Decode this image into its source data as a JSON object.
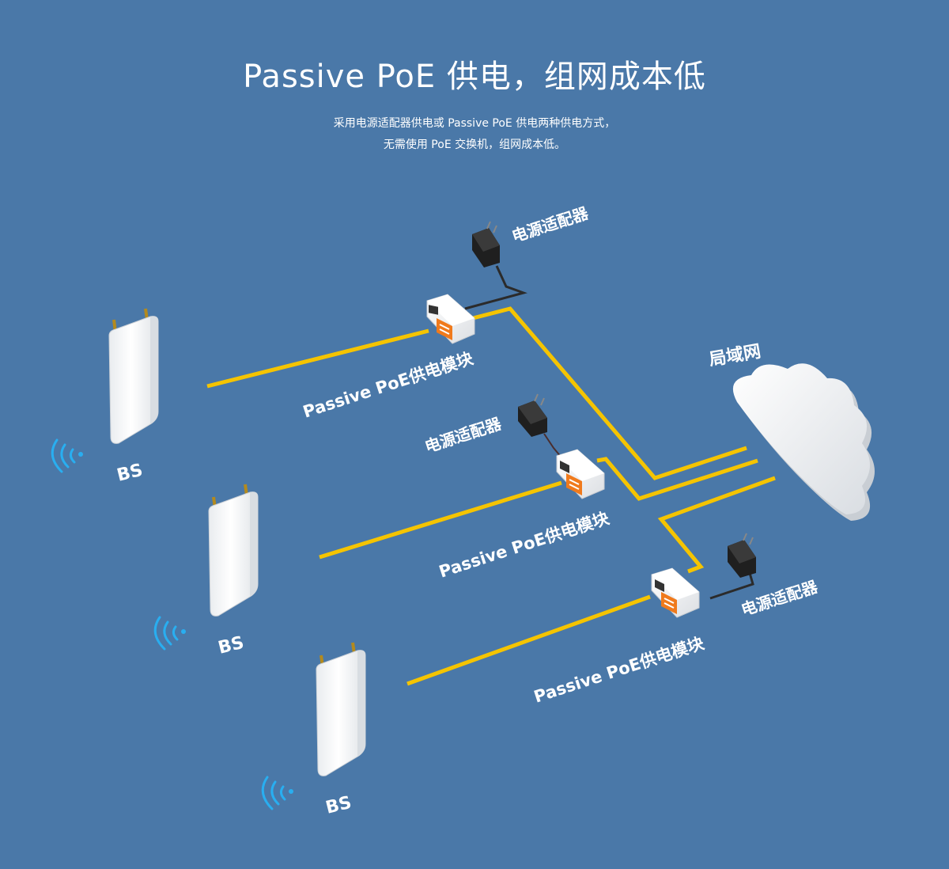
{
  "header": {
    "title": "Passive PoE 供电，组网成本低",
    "subtitle_line1": "采用电源适配器供电或 Passive PoE 供电两种供电方式，",
    "subtitle_line2": "无需使用 PoE 交换机，组网成本低。"
  },
  "diagram": {
    "lan_label": "局域网",
    "base_station_labels": [
      "BS",
      "BS",
      "BS"
    ],
    "poe_module_labels": [
      "Passive PoE供电模块",
      "Passive PoE供电模块",
      "Passive PoE供电模块"
    ],
    "adapter_labels": [
      "电源适配器",
      "电源适配器",
      "电源适配器"
    ]
  },
  "colors": {
    "background": "#4a78a8",
    "cable": "#f5c400",
    "text": "#ffffff",
    "wifi": "#29aef0",
    "poe_port": "#f07a1c"
  }
}
